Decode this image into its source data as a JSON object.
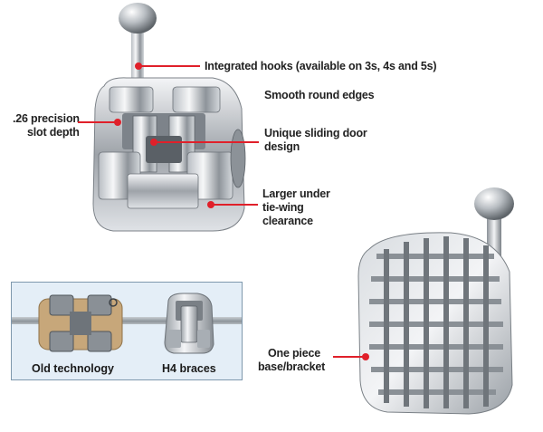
{
  "callouts": {
    "hooks": "Integrated hooks (available on 3s, 4s and 5s)",
    "edges": "Smooth round edges",
    "slot_line1": ".26 precision",
    "slot_line2": "slot depth",
    "door_line1": "Unique sliding door",
    "door_line2": "design",
    "clearance_line1": "Larger under",
    "clearance_line2": "tie-wing",
    "clearance_line3": "clearance",
    "base_line1": "One piece",
    "base_line2": "base/bracket"
  },
  "comparison": {
    "old_label": "Old technology",
    "new_label": "H4 braces"
  },
  "colors": {
    "accent": "#e0202a",
    "box_fill": "#e4eef7",
    "box_border": "#7f98ad"
  }
}
